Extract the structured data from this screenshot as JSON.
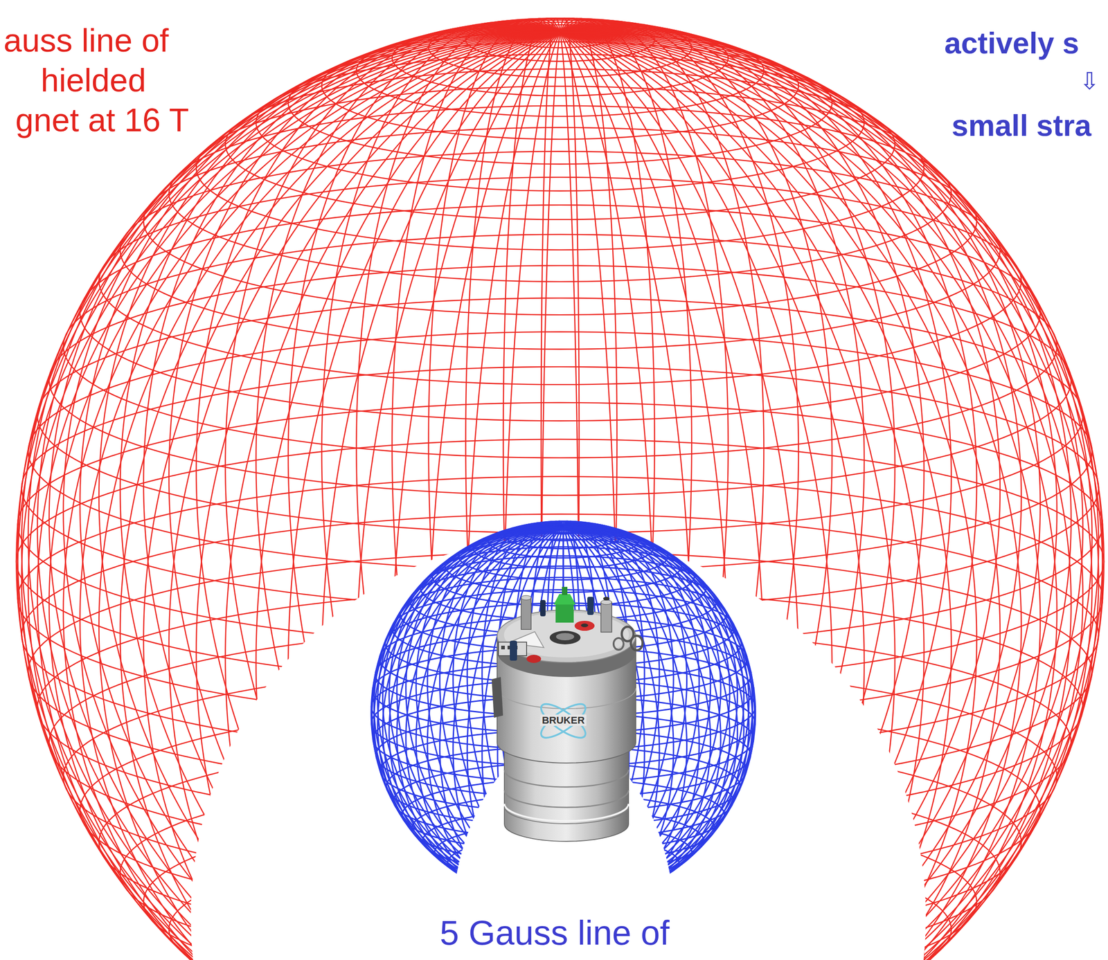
{
  "diagram": {
    "labels": [
      "auss line of",
      "hielded",
      "gnet at 16 T",
      "actively s",
      "⇩",
      "small stra",
      "BRUKER",
      "5 Gauss line of"
    ]
  }
}
